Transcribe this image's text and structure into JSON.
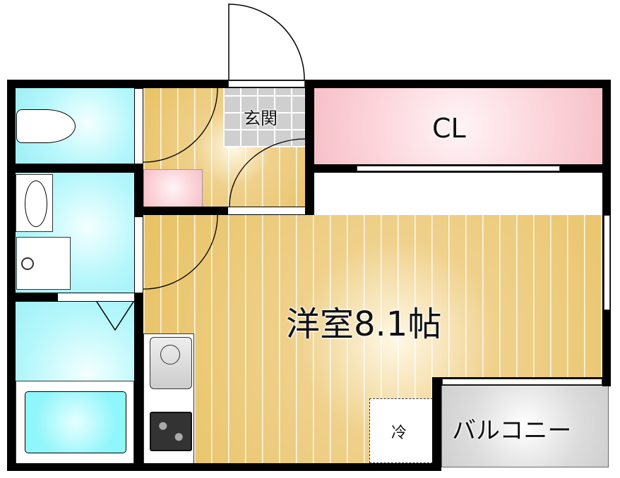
{
  "rooms": {
    "entrance": "玄関",
    "closet": "CL",
    "western_room": "洋室8.1帖",
    "fridge": "冷",
    "balcony": "バルコニー"
  },
  "colors": {
    "wet_area": "#b4f7fb",
    "wood_floor": "#e7c264",
    "closet": "#fbd3d9",
    "balcony": "#dcdcdc"
  }
}
